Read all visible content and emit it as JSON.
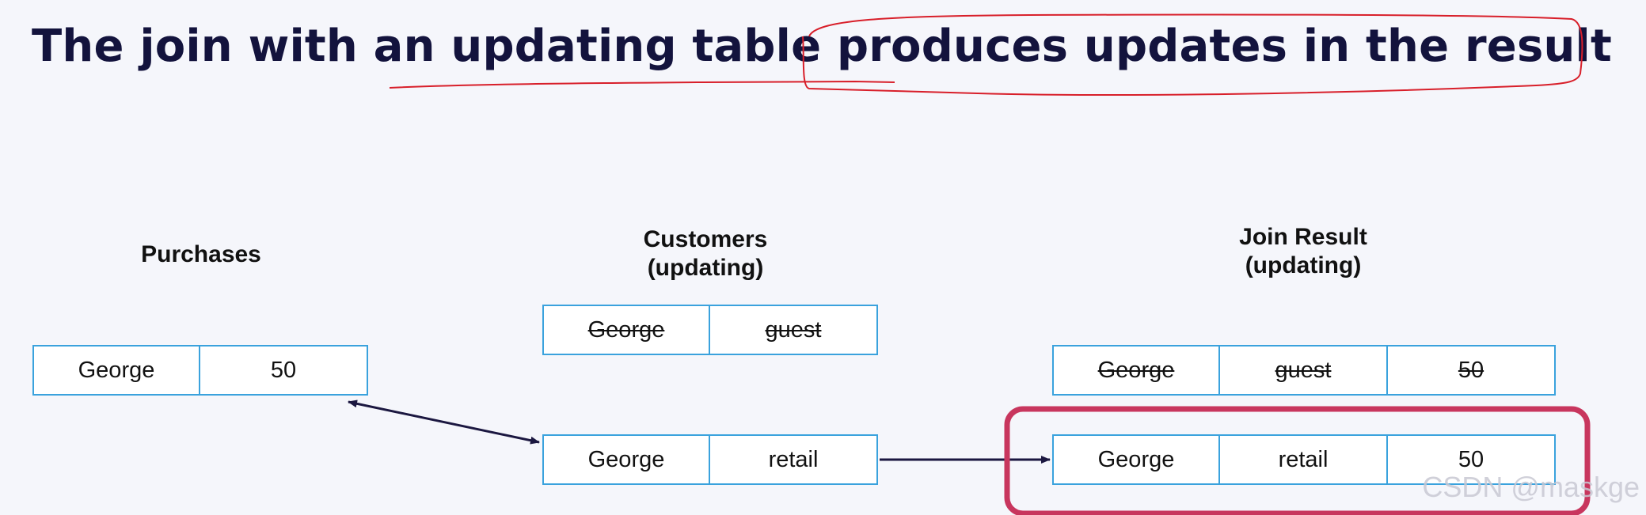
{
  "title": "The join with an updating table produces updates in the result",
  "purchases": {
    "label": "Purchases",
    "row": {
      "name": "George",
      "amount": "50"
    }
  },
  "customers": {
    "label_line1": "Customers",
    "label_line2": "(updating)",
    "old_row": {
      "name": "George",
      "status": "guest"
    },
    "new_row": {
      "name": "George",
      "status": "retail"
    }
  },
  "join_result": {
    "label_line1": "Join Result",
    "label_line2": "(updating)",
    "old_row": {
      "name": "George",
      "status": "guest",
      "amount": "50"
    },
    "new_row": {
      "name": "George",
      "status": "retail",
      "amount": "50"
    }
  },
  "watermark": "CSDN @maskge",
  "colors": {
    "title": "#13133d",
    "cell_border": "#3aa2dd",
    "annotation_red": "#d81f2a",
    "highlight_box": "#c8365e",
    "arrow": "#1b1740"
  }
}
